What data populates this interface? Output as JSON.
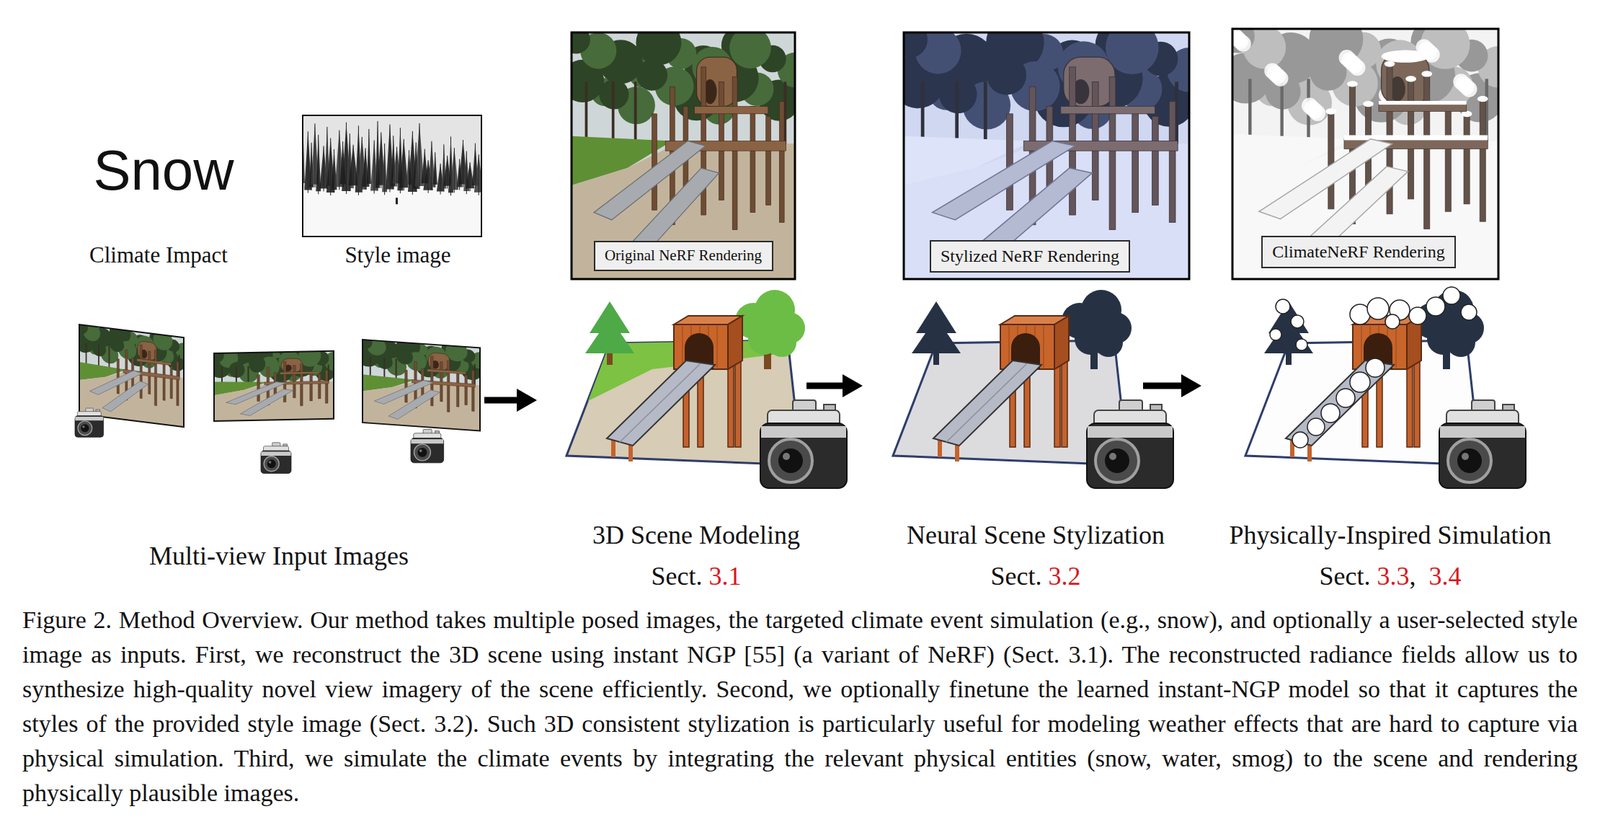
{
  "diagram": {
    "caption": "Figure 2. Method Overview. Our method takes multiple posed images, the targeted climate event simulation (e.g., snow), and optionally a user-selected style image as inputs. First, we reconstruct the 3D scene using instant NGP [55] (a variant of NeRF) (Sect. 3.1). The reconstructed radiance fields allow us to synthesize high-quality novel view imagery of the scene efficiently. Second, we optionally finetune the learned instant-NGP model so that it captures the styles of the provided style image (Sect. 3.2). Such 3D consistent stylization is particularly useful for modeling weather effects that are hard to capture via physical simulation. Third, we simulate the climate events by integrating the relevant physical entities (snow, water, smog) to the scene and rendering physically plausible images.",
    "nodes": [
      {
        "text": [
          "Original NeRF Rendering"
        ]
      },
      {
        "text": [
          "Stylized NeRF Rendering"
        ]
      },
      {
        "text": [
          "ClimateNeRF Rendering"
        ]
      }
    ],
    "labels": [
      "Snow",
      "Climate Impact",
      "Style image",
      "Multi-view Input Images",
      "3D Scene Modeling",
      "Sect.",
      "3.1",
      "Neural Scene Stylization",
      "Sect.",
      "3.2",
      "Physically-Inspired Simulation",
      "Sect.",
      "3.3",
      ",",
      "3.4"
    ]
  }
}
